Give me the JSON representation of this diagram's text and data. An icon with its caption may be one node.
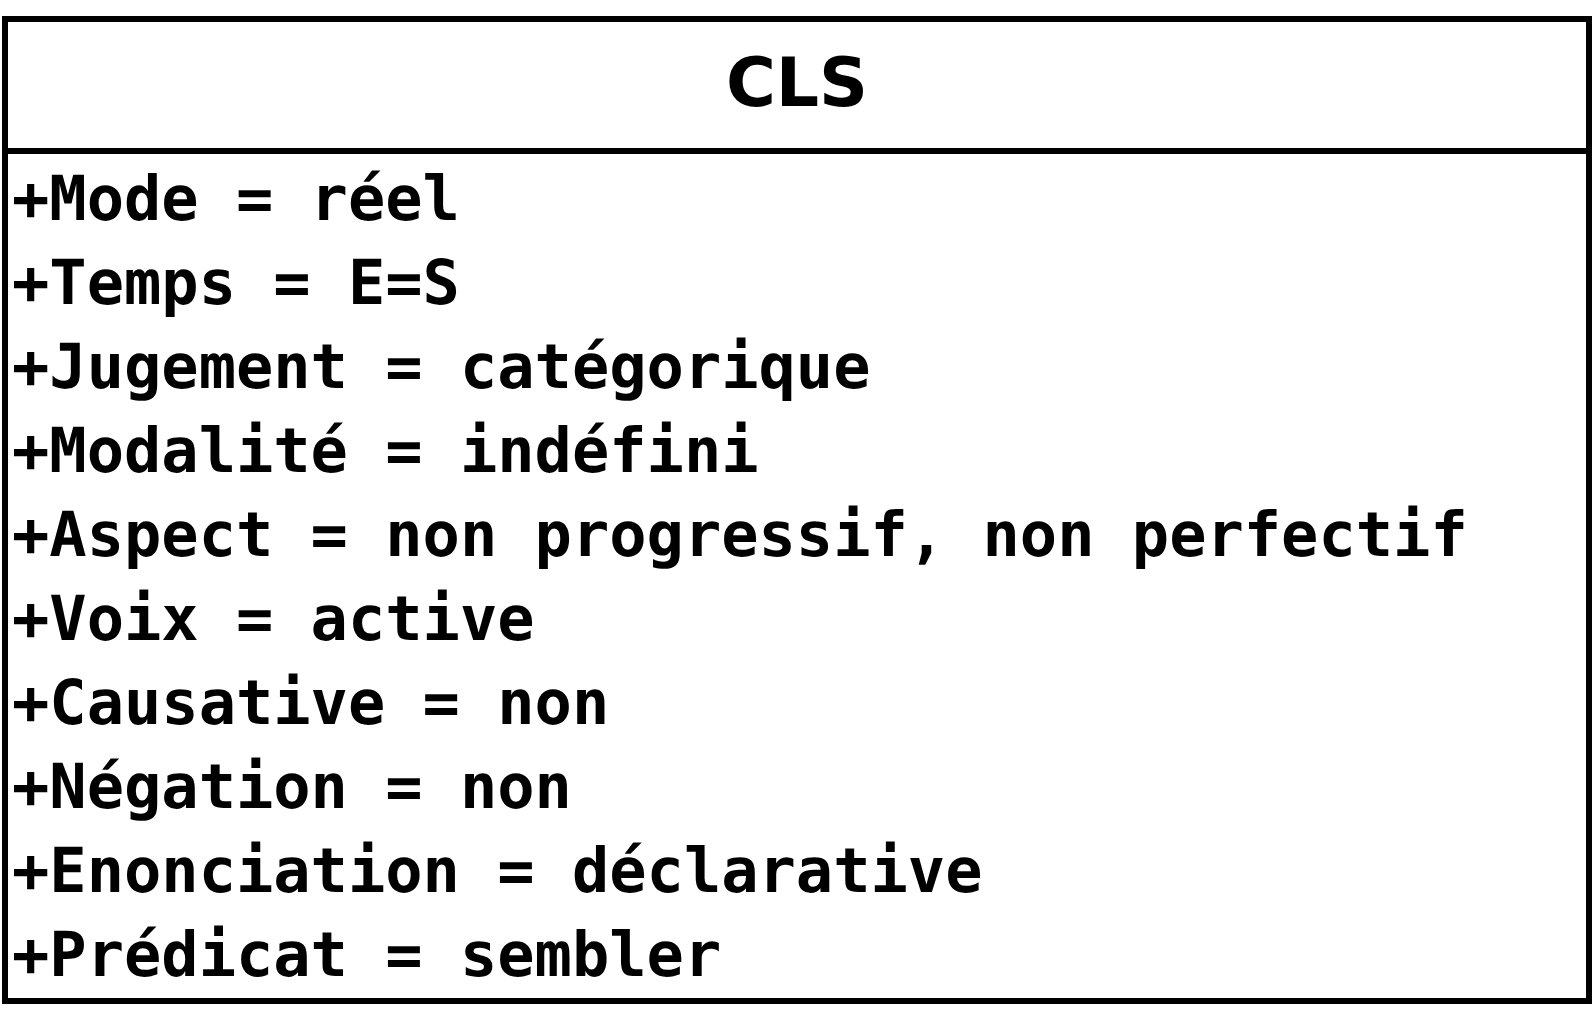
{
  "diagram": {
    "nodes": [
      {
        "text": [
          "CLS",
          "+Mode = réel",
          "+Temps = E=S",
          "+Jugement = catégorique",
          "+Modalité = indéfini",
          "+Aspect = non progressif, non perfectif",
          "+Voix = active",
          "+Causative = non",
          "+Négation = non",
          "+Enonciation = déclarative",
          "+Prédicat = sembler"
        ]
      }
    ]
  }
}
